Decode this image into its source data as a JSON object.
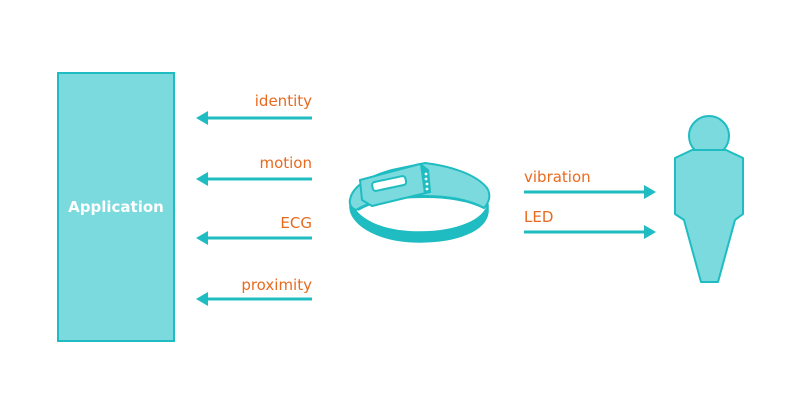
{
  "application": {
    "label": "Application"
  },
  "inputs": {
    "identity": "identity",
    "motion": "motion",
    "ecg": "ECG",
    "proximity": "proximity"
  },
  "outputs": {
    "vibration": "vibration",
    "led": "LED"
  },
  "colors": {
    "accent": "#1fbcc2",
    "fill": "#7adadd",
    "label": "#e86a1f"
  },
  "icons": {
    "wearable": "wristband-icon",
    "user": "person-icon"
  }
}
